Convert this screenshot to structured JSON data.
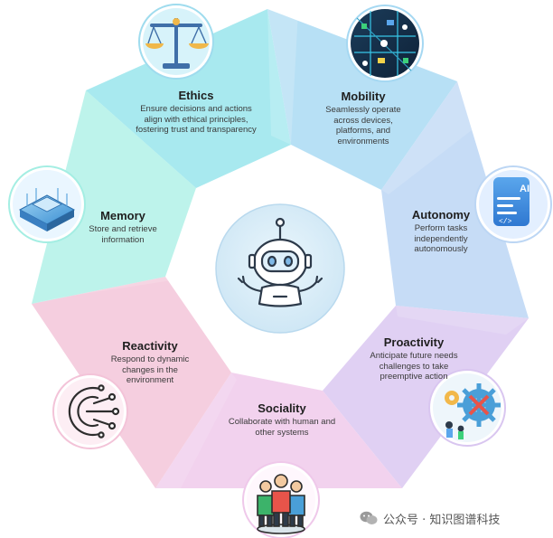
{
  "center": {
    "icon": "robot-icon"
  },
  "segments": [
    {
      "id": "ethics",
      "title": "Ethics",
      "desc": "Ensure decisions and actions align with ethical principles, fostering trust and transparency",
      "icon": "balance-scale-icon",
      "color": "#8fe3ea"
    },
    {
      "id": "mobility",
      "title": "Mobility",
      "desc": "Seamlessly operate across devices, platforms, and environments",
      "icon": "smart-city-map-icon",
      "color": "#a5d8f2"
    },
    {
      "id": "autonomy",
      "title": "Autonomy",
      "desc": "Perform tasks independently autonomously",
      "icon": "ai-document-icon",
      "color": "#bcd6f4"
    },
    {
      "id": "proactivity",
      "title": "Proactivity",
      "desc": "Anticipate future needs challenges to take preemptive action",
      "icon": "gears-team-icon",
      "color": "#d9c6f0"
    },
    {
      "id": "sociality",
      "title": "Sociality",
      "desc": "Collaborate with human and other systems",
      "icon": "people-group-icon",
      "color": "#efc8ea"
    },
    {
      "id": "reactivity",
      "title": "Reactivity",
      "desc": "Respond to dynamic changes in the environment",
      "icon": "circuit-brain-icon",
      "color": "#f3c3d8"
    },
    {
      "id": "memory",
      "title": "Memory",
      "desc": "Store and retrieve information",
      "icon": "memory-chip-icon",
      "color": "#a4eee3"
    }
  ],
  "watermark": {
    "text": "公众号 · 知识图谱科技",
    "icon": "wechat-icon"
  }
}
